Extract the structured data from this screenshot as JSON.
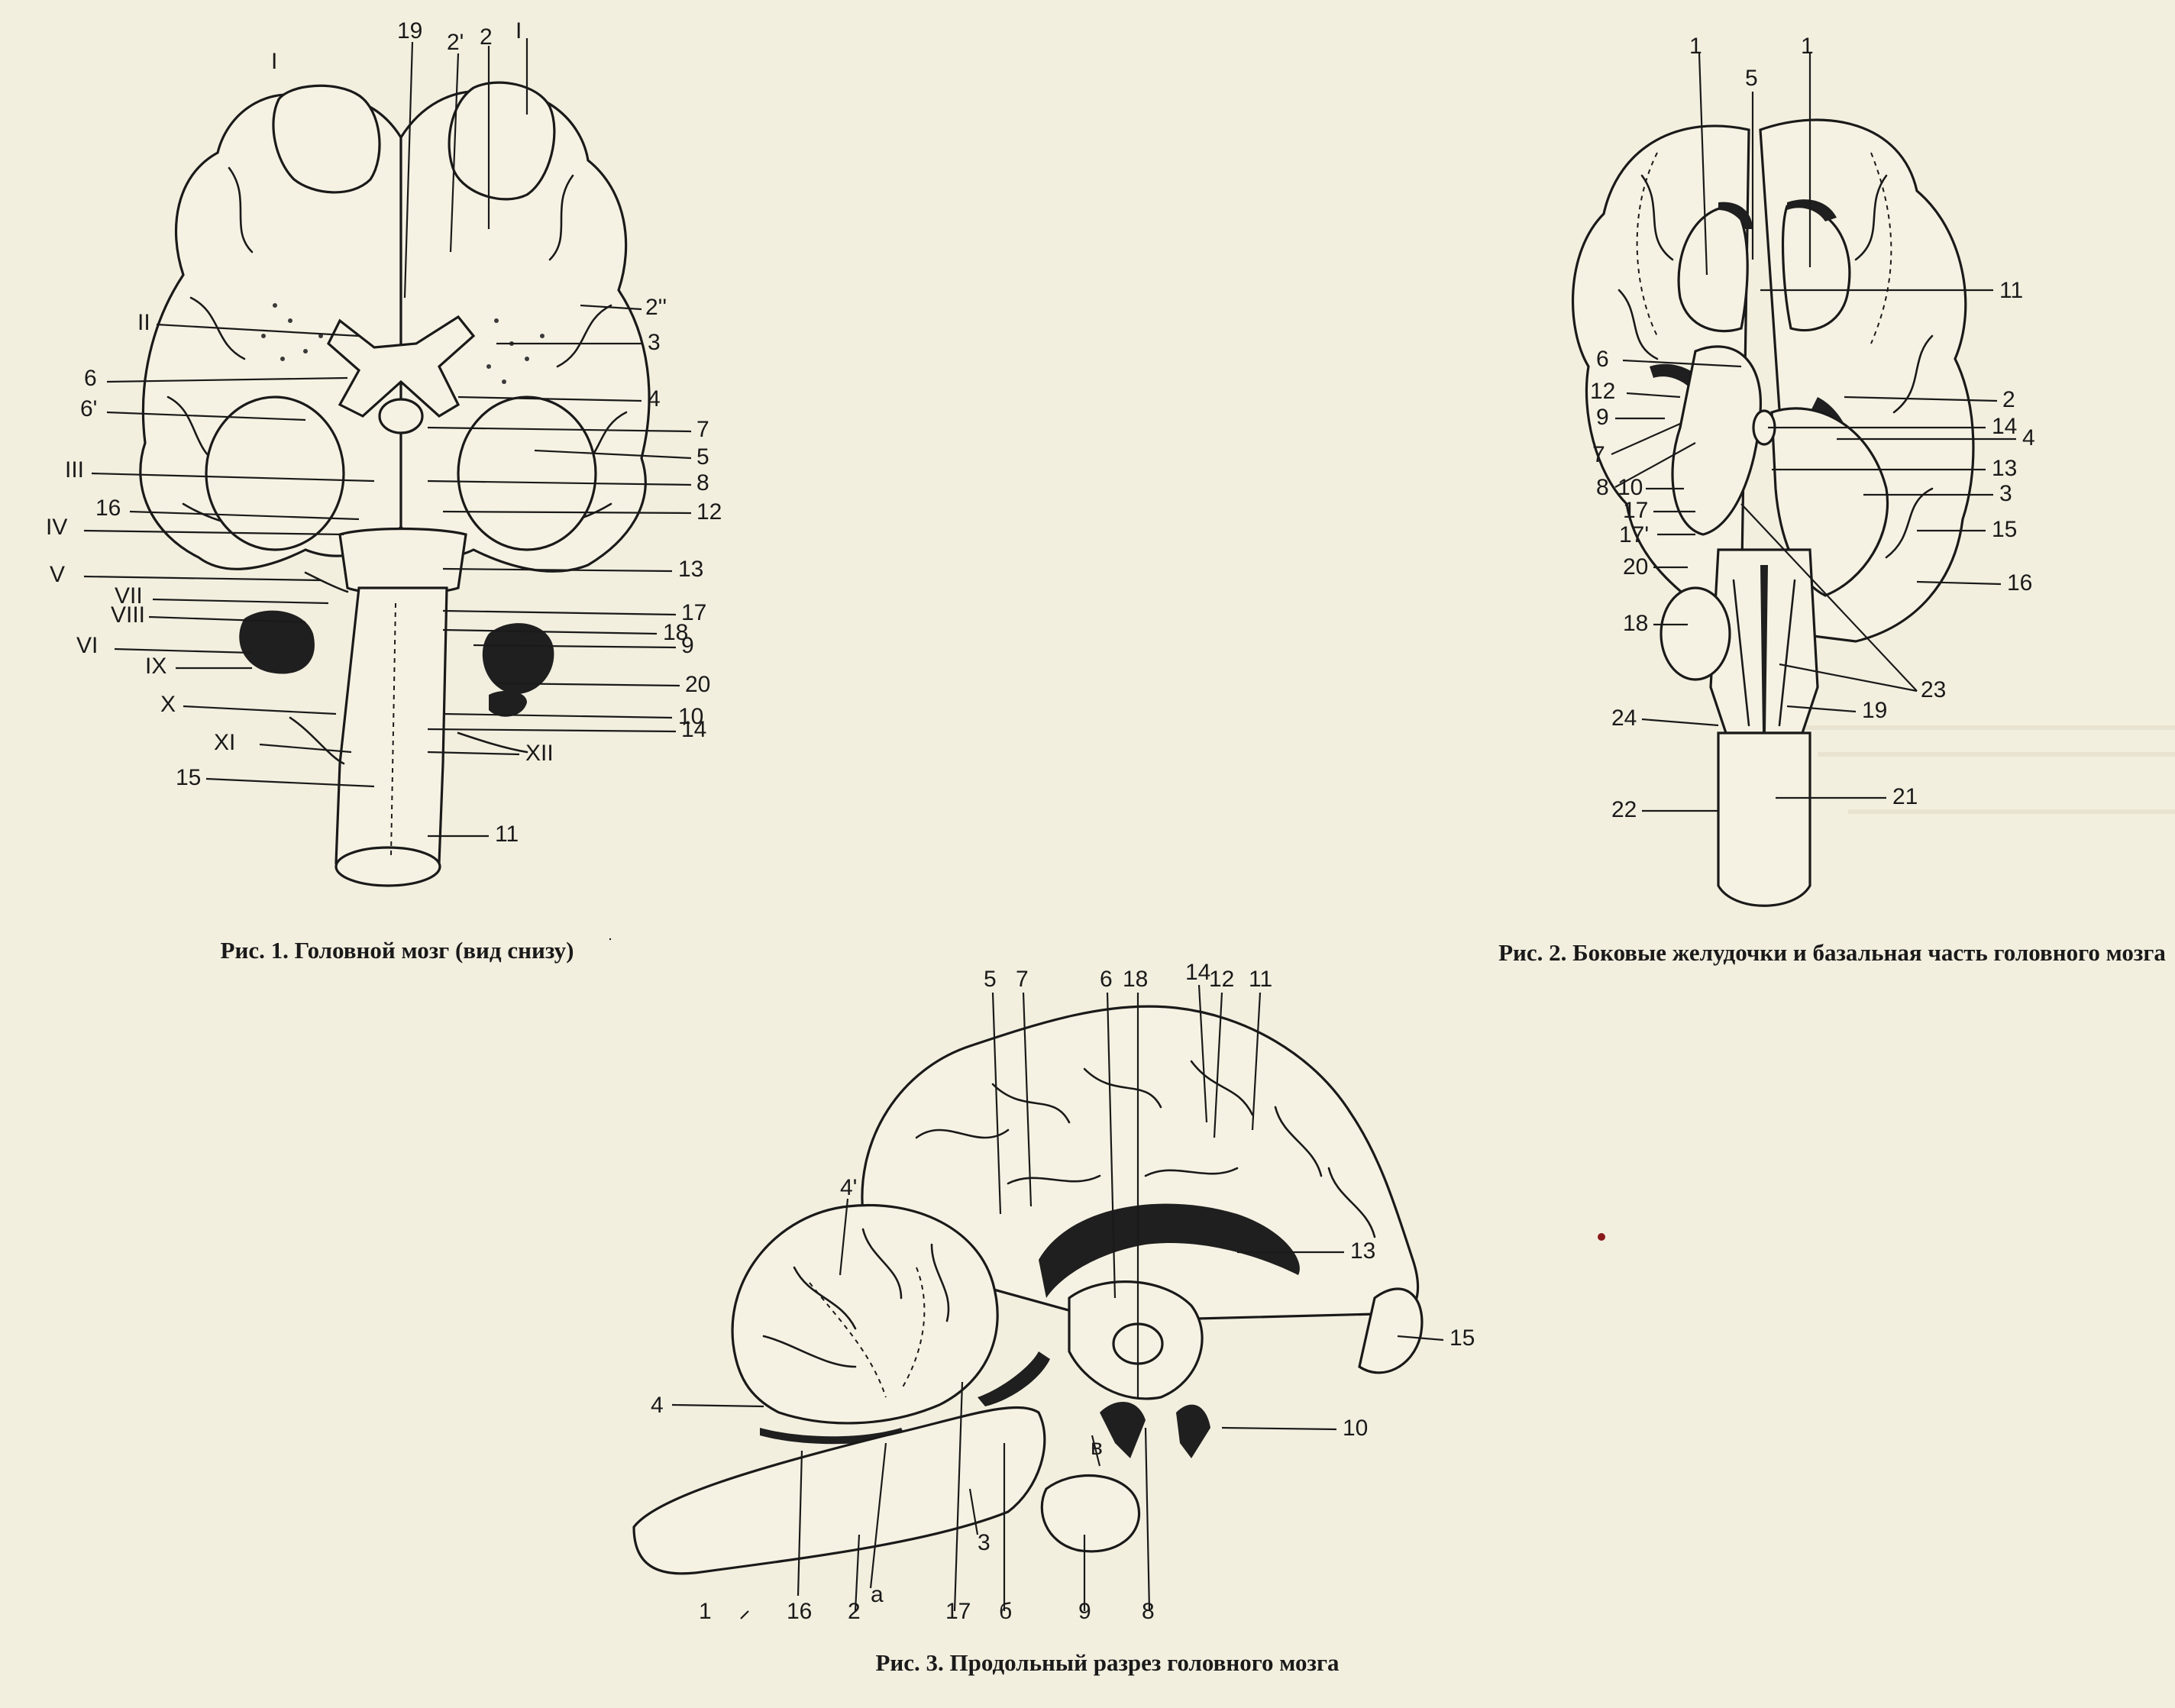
{
  "page": {
    "title": "",
    "ink_color": "#1a1a1a",
    "paper_color": "#f3efdf"
  },
  "figures": [
    {
      "id": "fig1",
      "caption": "Рис. 1. Головной мозг (вид снизу)",
      "labels": [
        "I",
        "19",
        "2'",
        "2",
        "I",
        "2''",
        "II",
        "3",
        "6",
        "4",
        "6'",
        "7",
        "5",
        "III",
        "8",
        "16",
        "12",
        "IV",
        "13",
        "V",
        "VII",
        "17",
        "VIII",
        "18",
        "VI",
        "9",
        "IX",
        "20",
        "X",
        "10",
        "14",
        "XI",
        "XII",
        "15",
        "11"
      ]
    },
    {
      "id": "fig2",
      "caption": "Рис. 2. Боковые желудочки и базальная часть головного мозга",
      "labels": [
        "1",
        "5",
        "1",
        "11",
        "6",
        "12",
        "2",
        "9",
        "14",
        "4",
        "7",
        "13",
        "8",
        "3",
        "10",
        "17",
        "15",
        "17'",
        "20",
        "16",
        "18",
        "23",
        "24",
        "19",
        "21",
        "22"
      ]
    },
    {
      "id": "fig3",
      "caption": "Рис. 3. Продольный разрез головного мозга",
      "labels": [
        "5",
        "7",
        "6",
        "18",
        "14",
        "12",
        "11",
        "4'",
        "13",
        "15",
        "4",
        "10",
        "в",
        "3",
        "1",
        "16",
        "2",
        "а",
        "17",
        "б",
        "9",
        "8"
      ]
    }
  ]
}
